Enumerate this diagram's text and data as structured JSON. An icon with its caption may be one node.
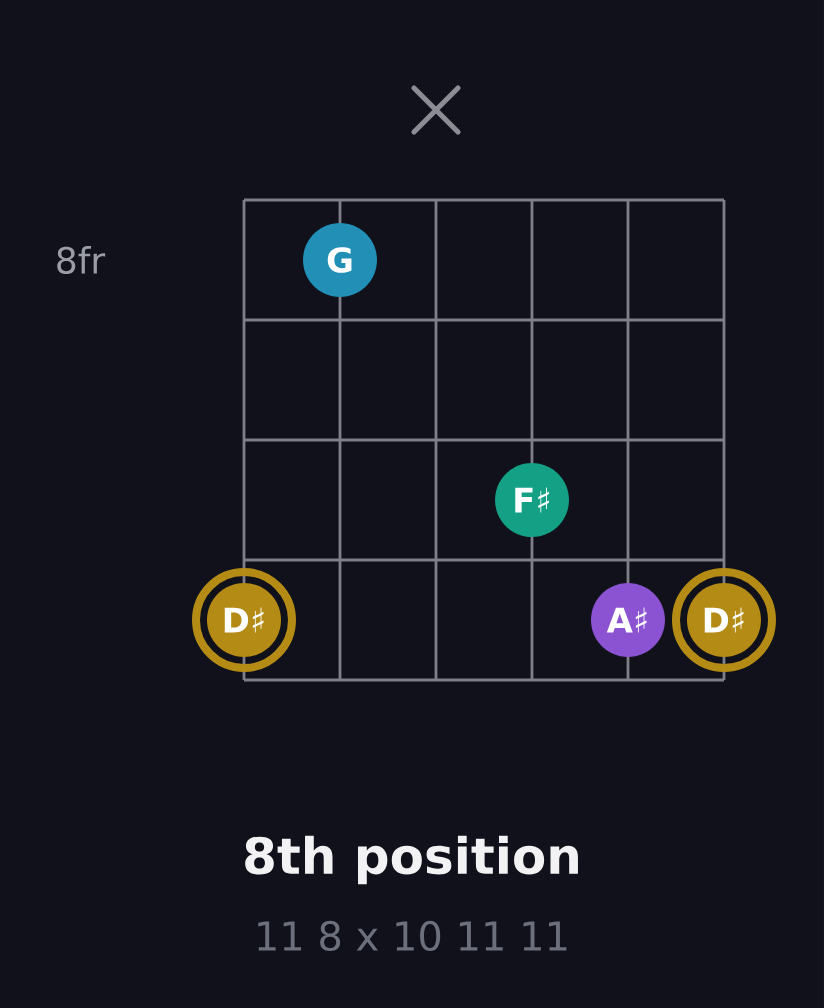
{
  "diagram": {
    "title": "8th position",
    "caption": "11 8 x 10 11 11",
    "nodes": [
      {
        "text": [
          "G"
        ]
      },
      {
        "text": [
          "F♯"
        ]
      },
      {
        "text": [
          "D♯"
        ]
      },
      {
        "text": [
          "A♯"
        ]
      },
      {
        "text": [
          "D♯"
        ]
      }
    ],
    "labels": [
      "8fr"
    ]
  }
}
